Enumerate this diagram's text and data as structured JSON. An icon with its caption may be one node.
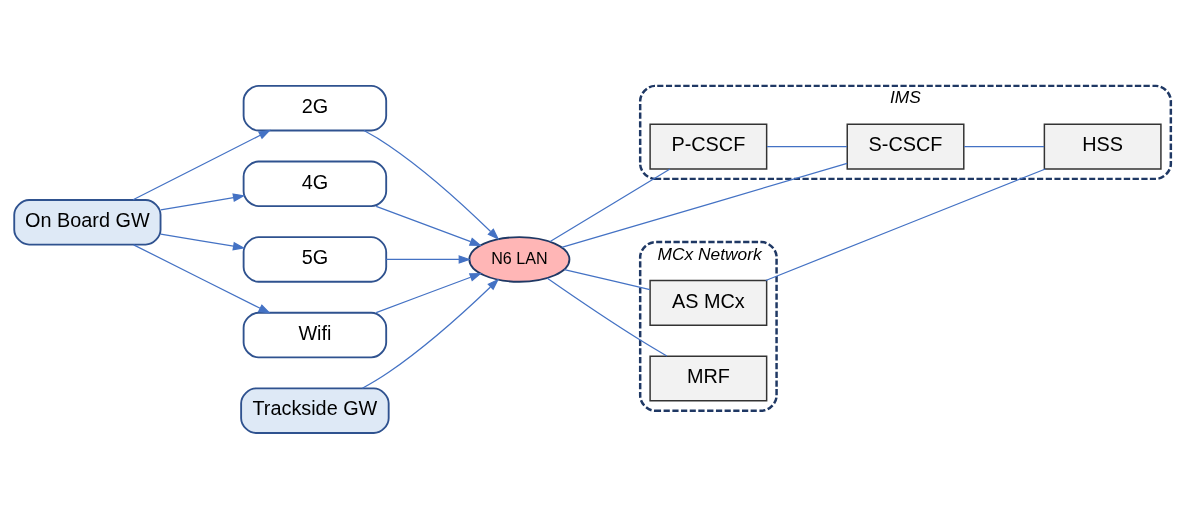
{
  "diagram": {
    "nodes": [
      {
        "text": [
          "On Board GW"
        ]
      },
      {
        "text": [
          "2G"
        ]
      },
      {
        "text": [
          "4G"
        ]
      },
      {
        "text": [
          "5G"
        ]
      },
      {
        "text": [
          "Wifi"
        ]
      },
      {
        "text": [
          "N6 LAN"
        ]
      },
      {
        "text": [
          "Trackside GW"
        ]
      },
      {
        "text": [
          "IMS"
        ]
      },
      {
        "text": [
          "P-CSCF"
        ],
        "in": 7
      },
      {
        "text": [
          "S-CSCF"
        ],
        "in": 7
      },
      {
        "text": [
          "HSS"
        ],
        "in": 7
      },
      {
        "text": [
          "MCx Network"
        ]
      },
      {
        "text": [
          "AS MCx"
        ],
        "in": 11
      },
      {
        "text": [
          "MRF"
        ],
        "in": 11
      }
    ],
    "edges": [
      {
        "from": 0,
        "to": 1,
        "arrow": "to"
      },
      {
        "from": 0,
        "to": 2,
        "arrow": "to"
      },
      {
        "from": 0,
        "to": 3,
        "arrow": "to"
      },
      {
        "from": 0,
        "to": 4,
        "arrow": "to"
      },
      {
        "from": 1,
        "to": 5,
        "arrow": "to"
      },
      {
        "from": 2,
        "to": 5,
        "arrow": "to"
      },
      {
        "from": 3,
        "to": 5,
        "arrow": "to"
      },
      {
        "from": 4,
        "to": 5,
        "arrow": "to"
      },
      {
        "from": 6,
        "to": 5,
        "arrow": "to"
      },
      {
        "from": 5,
        "to": 8,
        "arrow": "none"
      },
      {
        "from": 5,
        "to": 9,
        "arrow": "none"
      },
      {
        "from": 5,
        "to": 12,
        "arrow": "none"
      },
      {
        "from": 5,
        "to": 13,
        "arrow": "none"
      },
      {
        "from": 8,
        "to": 9,
        "arrow": "none"
      },
      {
        "from": 9,
        "to": 10,
        "arrow": "none"
      },
      {
        "from": 12,
        "to": 10,
        "arrow": "none"
      }
    ]
  }
}
